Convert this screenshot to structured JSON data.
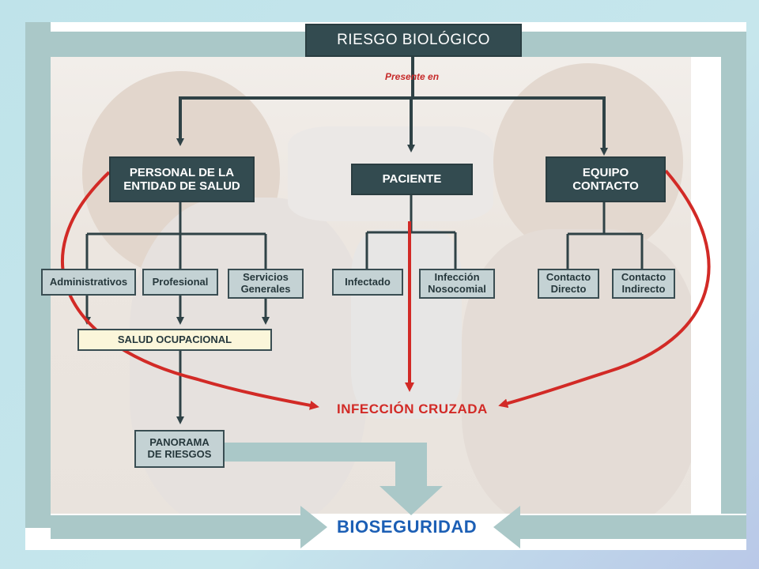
{
  "diagram": {
    "title": "RIESGO BIOLÓGICO",
    "subtitle": "Presente en",
    "level1": [
      {
        "id": "personal",
        "label": "PERSONAL DE LA\nENTIDAD DE SALUD"
      },
      {
        "id": "paciente",
        "label": "PACIENTE"
      },
      {
        "id": "equipo",
        "label": "EQUIPO\nCONTACTO"
      }
    ],
    "level2": [
      {
        "id": "administrativos",
        "label": "Administrativos"
      },
      {
        "id": "profesional",
        "label": "Profesional"
      },
      {
        "id": "servicios",
        "label": "Servicios\nGenerales"
      },
      {
        "id": "infectado",
        "label": "Infectado"
      },
      {
        "id": "nosocomial",
        "label": "Infección\nNosocomial"
      },
      {
        "id": "contacto-directo",
        "label": "Contacto\nDirecto"
      },
      {
        "id": "contacto-indirecto",
        "label": "Contacto\nIndirecto"
      }
    ],
    "salud_ocupacional": "SALUD OCUPACIONAL",
    "infeccion_cruzada": "INFECCIÓN CRUZADA",
    "panorama": "PANORAMA\nDE RIESGOS",
    "bioseguridad": "BIOSEGURIDAD"
  },
  "colors": {
    "dark_box": "#334b50",
    "light_box": "#c4d2d4",
    "red_arrow": "#d22a26",
    "frame": "#aac8c8",
    "bioseguridad_text": "#1c5fb5"
  }
}
